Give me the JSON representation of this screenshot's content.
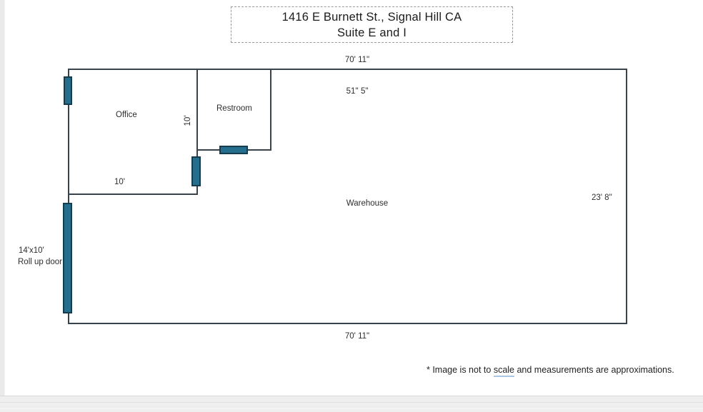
{
  "title_box": {
    "line1": "1416 E Burnett St., Signal Hill CA",
    "line2": "Suite E and I"
  },
  "floor_plan": {
    "labels": {
      "top_width": "70' 11\"",
      "inner_width": "51'' 5\"",
      "office": "Office",
      "office_wall_height_rotated": "10'",
      "restroom": "Restroom",
      "office_width": "10'",
      "warehouse": "Warehouse",
      "right_height": "23' 8\"",
      "rollup_door_line1": "14'x10'",
      "rollup_door_line2": "Roll up door",
      "bottom_width": "70' 11\""
    },
    "colors": {
      "wall": "#39434c",
      "door_fill": "#256e8d",
      "door_border": "#163c4e",
      "misspell_underline": "#a9c7e4"
    }
  },
  "footnote": {
    "prefix": "*  Image is not to ",
    "underlined_word": "scale",
    "suffix": " and measurements are approximations."
  }
}
